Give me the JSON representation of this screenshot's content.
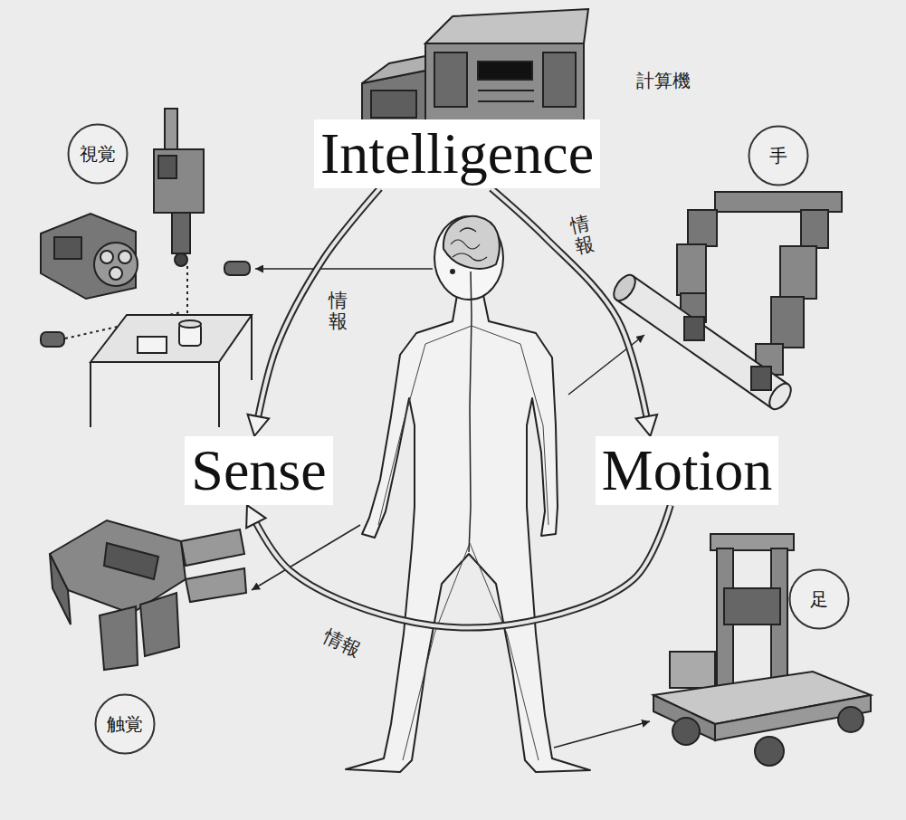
{
  "diagram": {
    "nodes": [
      {
        "text": [
          "視覚"
        ]
      },
      {
        "text": [
          "Intelligence"
        ]
      },
      {
        "text": [
          "手"
        ]
      },
      {
        "text": [
          "Sense"
        ]
      },
      {
        "text": [
          "Motion"
        ]
      },
      {
        "text": [
          "足"
        ]
      },
      {
        "text": [
          "触覚"
        ]
      }
    ],
    "edges": [
      {
        "from": 1,
        "to": 3,
        "arrow": "to",
        "label": "情報"
      },
      {
        "from": 1,
        "to": 4,
        "arrow": "to",
        "label": "情報"
      },
      {
        "from": 4,
        "to": 3,
        "arrow": "to",
        "label": "情報"
      }
    ],
    "labels": [
      "計算機"
    ]
  }
}
